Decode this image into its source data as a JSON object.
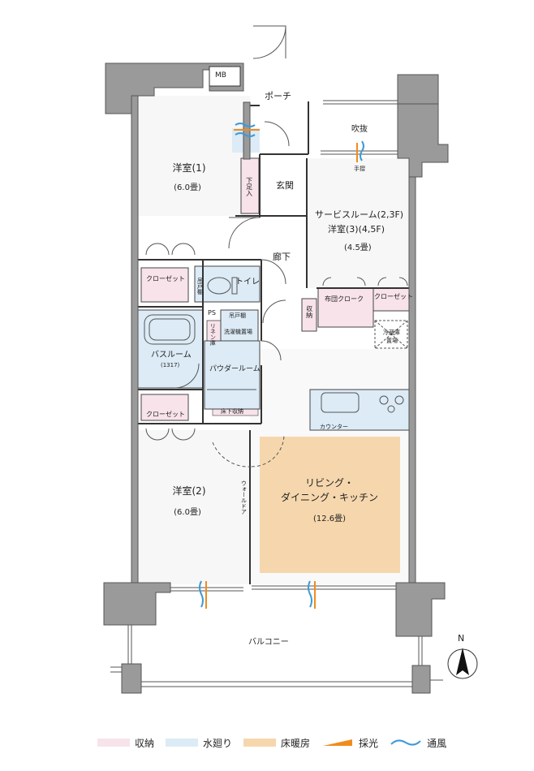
{
  "rooms": {
    "mb": "MB",
    "porch": "ポーチ",
    "fukinuke": "吹抜",
    "tesuri": "手摺",
    "western1_name": "洋室(1)",
    "western1_size": "(6.0畳)",
    "shoes": "下足入",
    "entrance": "玄関",
    "service_room_line1": "サービスルーム(2,3F)",
    "service_room_line2": "洋室(3)(4,5F)",
    "service_room_size": "(4.5畳)",
    "corridor": "廊下",
    "closet1": "クローゼット",
    "toto": "吊戸棚",
    "toilet": "トイレ",
    "storage": "収納",
    "futon_cloak": "布団クローク",
    "closet_sr": "クローゼット",
    "ps": "PS",
    "linen": "リネン庫",
    "toto2": "吊戸棚",
    "washer": "洗濯機置場",
    "fridge_line1": "冷蔵庫",
    "fridge_line2": "置場",
    "bath_name": "バスルーム",
    "bath_size": "(1317)",
    "powder": "パウダールーム",
    "closet2": "クローゼット",
    "underfloor": "床下収納",
    "counter": "カウンター",
    "western2_name": "洋室(2)",
    "western2_size": "(6.0畳)",
    "walldoor": "ウォールドア",
    "ldk_line1": "リビング・",
    "ldk_line2": "ダイニング・キッチン",
    "ldk_size": "(12.6畳)",
    "balcony": "バルコニー"
  },
  "north_label": "N",
  "legend": [
    {
      "label": "収納",
      "color": "#f8e3ea"
    },
    {
      "label": "水廻り",
      "color": "#dcebf6"
    },
    {
      "label": "床暖房",
      "color": "#f6d7ad"
    },
    {
      "label": "採光",
      "color": "#f08c1e"
    },
    {
      "label": "通風",
      "color": "#3d9ad6"
    }
  ],
  "colors": {
    "wall": "#9a9a9a",
    "storage": "#f8e3ea",
    "water": "#dcebf6",
    "floor_heating": "#f6d7ad",
    "light": "#f08c1e",
    "wind": "#3d9ad6"
  }
}
